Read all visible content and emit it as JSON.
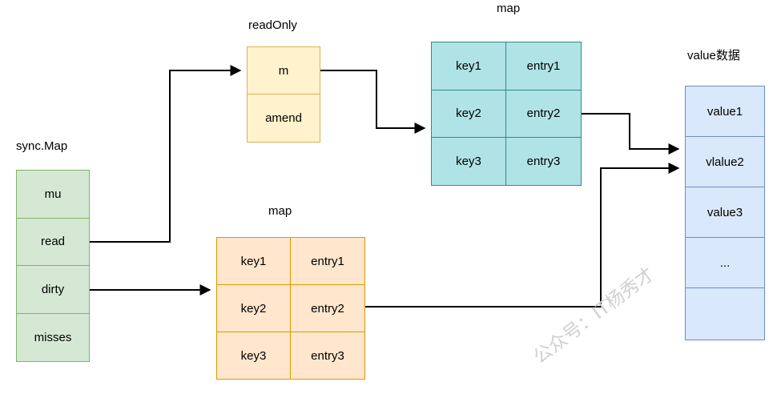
{
  "diagram": {
    "title_watermark": "公众号：IT杨秀才",
    "colors": {
      "green_fill": "#d5e8d4",
      "green_stroke": "#82b366",
      "yellow_fill": "#fff2cc",
      "yellow_stroke": "#d6b656",
      "teal_fill": "#b0e3e6",
      "teal_stroke": "#2e8b8b",
      "orange_fill": "#ffe6cc",
      "orange_stroke": "#d79b00",
      "blue_fill": "#dae8fc",
      "blue_stroke": "#6c8ebf",
      "edge_stroke": "#000000",
      "background": "#ffffff"
    }
  },
  "sync_map": {
    "label": "sync.Map",
    "fields": [
      {
        "name": "mu"
      },
      {
        "name": "read"
      },
      {
        "name": "dirty"
      },
      {
        "name": "misses"
      }
    ]
  },
  "read_only": {
    "label": "readOnly",
    "fields": [
      {
        "name": "m"
      },
      {
        "name": "amend"
      }
    ]
  },
  "read_map": {
    "label": "map",
    "rows": [
      {
        "key": "key1",
        "entry": "entry1"
      },
      {
        "key": "key2",
        "entry": "entry2"
      },
      {
        "key": "key3",
        "entry": "entry3"
      }
    ]
  },
  "dirty_map": {
    "label": "map",
    "rows": [
      {
        "key": "key1",
        "entry": "entry1"
      },
      {
        "key": "key2",
        "entry": "entry2"
      },
      {
        "key": "key3",
        "entry": "entry3"
      }
    ]
  },
  "value_store": {
    "label": "value数据",
    "cells": [
      {
        "text": "value1"
      },
      {
        "text": "vlalue2"
      },
      {
        "text": "value3"
      },
      {
        "text": "..."
      },
      {
        "text": ""
      }
    ]
  }
}
